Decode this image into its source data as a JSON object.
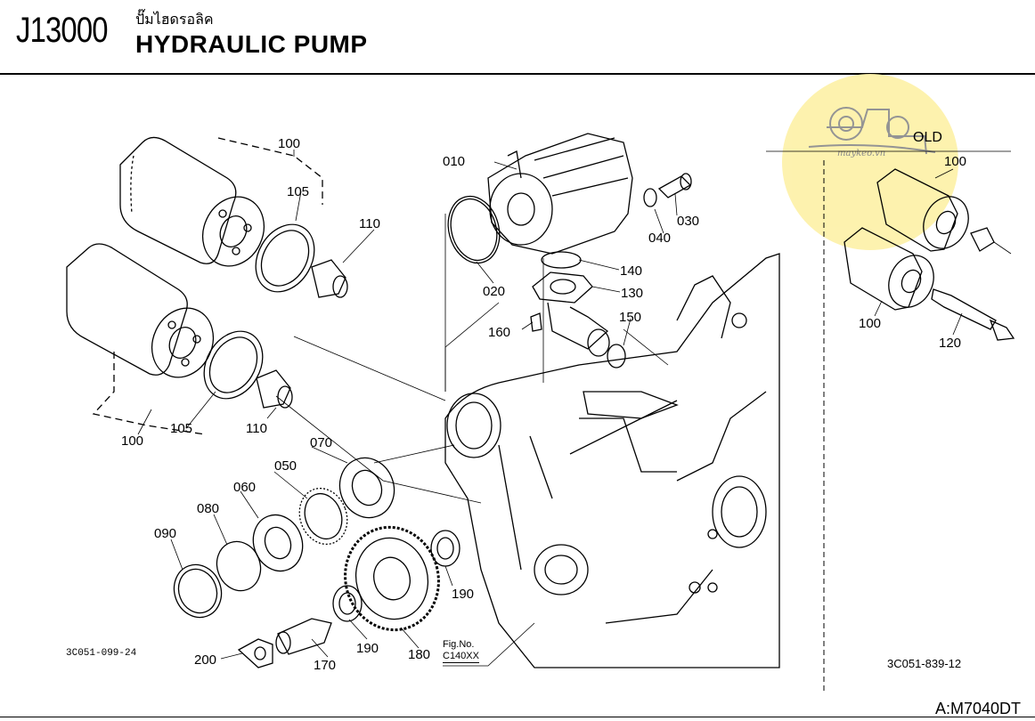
{
  "header": {
    "code": "J13000",
    "title_thai": "ปั๊มไฮดรอลิค",
    "title": "HYDRAULIC PUMP"
  },
  "left_ref": "3C051-099-24",
  "right_ref": "3C051-839-12",
  "model": "A:M7040DT",
  "fig": {
    "line1": "Fig.No.",
    "line2": "C140XX"
  },
  "old_label": "OLD",
  "watermark": "maykeo.vn",
  "parts": {
    "p100a": "100",
    "p105a": "105",
    "p110a": "110",
    "p100b": "100",
    "p105b": "105",
    "p110b": "110",
    "p010": "010",
    "p020": "020",
    "p030": "030",
    "p040": "040",
    "p140": "140",
    "p130": "130",
    "p150": "150",
    "p160": "160",
    "p070": "070",
    "p050": "050",
    "p060": "060",
    "p080": "080",
    "p090": "090",
    "p190a": "190",
    "p190b": "190",
    "p180": "180",
    "p170": "170",
    "p200": "200",
    "p100c": "100",
    "p100d": "100",
    "p120": "120"
  },
  "colors": {
    "line": "#000000",
    "watermark_bg": "#fdf1a8"
  }
}
